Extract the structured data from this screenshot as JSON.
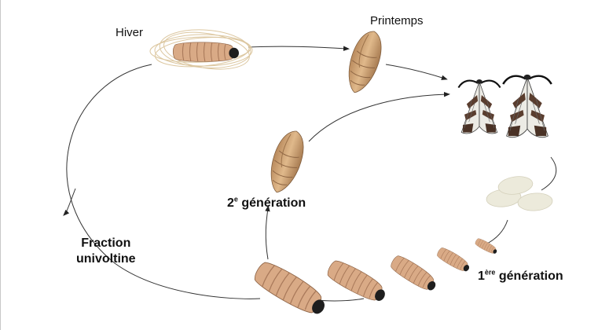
{
  "labels": {
    "winter": "Hiver",
    "spring": "Printemps",
    "second_gen_num": "2",
    "second_gen_sup": "e",
    "second_gen_text": " génération",
    "first_gen_num": "1",
    "first_gen_sup": "ère",
    "first_gen_text": " génération",
    "univoltine_line1": "Fraction",
    "univoltine_line2": "univoltine"
  },
  "icons": {
    "overwintering_larva": "cocooned-larva-icon",
    "pupa": "pupa-icon",
    "adult_moth": "moth-icon",
    "eggs": "egg-icon",
    "larva": "larva-icon"
  },
  "colors": {
    "larva_body": "#d9aa86",
    "larva_segment": "#b07c5a",
    "larva_head": "#1e1e1e",
    "pupa_body": "#d2a677",
    "pupa_dark": "#a77a4f",
    "moth_light": "#eceae4",
    "moth_dark": "#5a3d2e",
    "egg": "#eceadb",
    "cocoon_silk": "#dfc9a2",
    "cycle_line": "#333333"
  }
}
